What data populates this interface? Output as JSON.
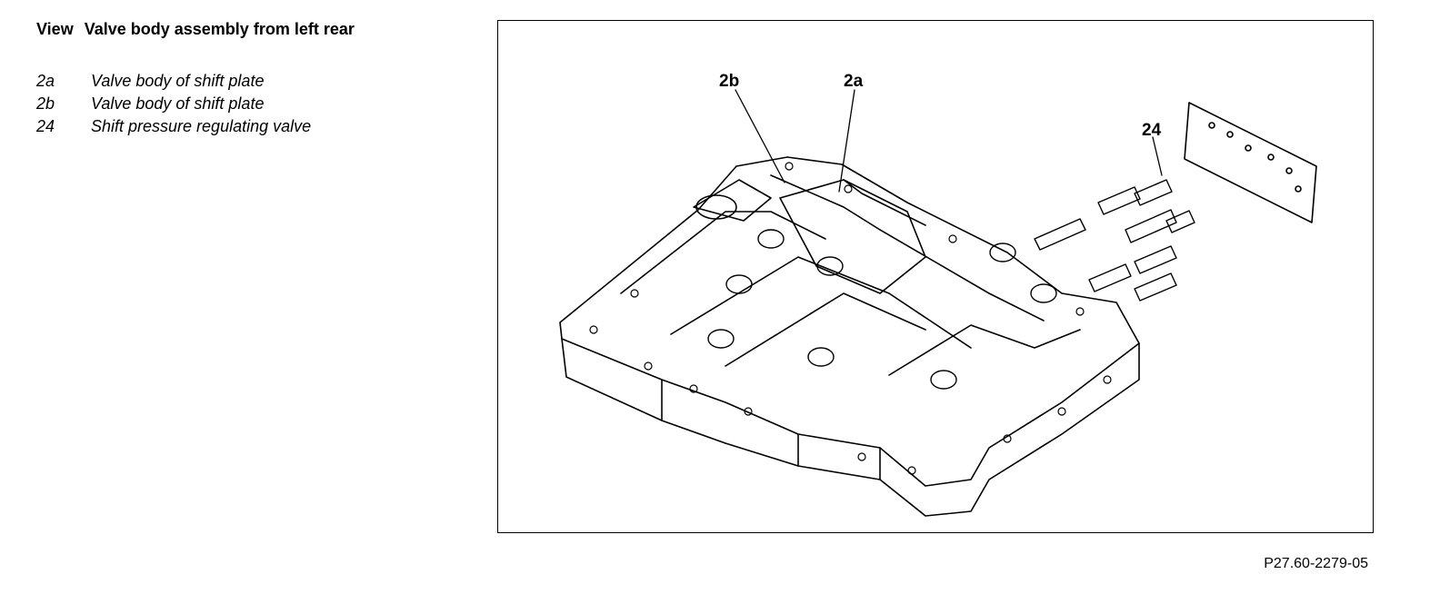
{
  "title": {
    "prefix": "View",
    "text": "Valve body assembly from left rear"
  },
  "legend": [
    {
      "code": "2a",
      "text": "Valve body of shift plate"
    },
    {
      "code": "2b",
      "text": "Valve body of shift plate"
    },
    {
      "code": "24",
      "text": "Shift pressure regulating valve"
    }
  ],
  "callouts": {
    "c2b": "2b",
    "c2a": "2a",
    "c24": "24"
  },
  "figure_id": "P27.60-2279-05"
}
